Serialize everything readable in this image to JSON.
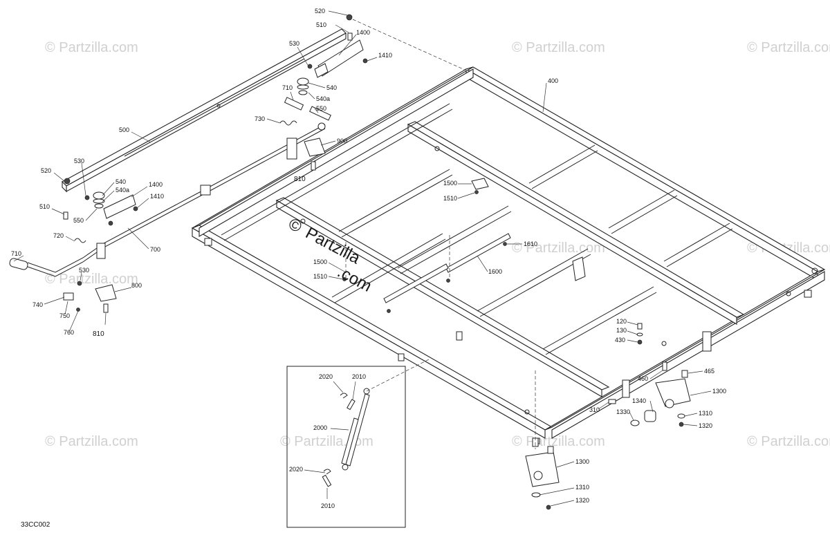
{
  "diagram_code": "33CC002",
  "watermark": {
    "repeated_text": "© Partzilla.com",
    "center_symbol": "©",
    "center_text_1": "Partzilla",
    "center_text_2": ".com"
  },
  "callouts": {
    "c520_top": "520",
    "c510_top": "510",
    "c1400_top": "1400",
    "c530_top": "530",
    "c1410_top": "1410",
    "c540_top": "540",
    "c540a_top": "540a",
    "c710_top": "710",
    "c550_top": "550",
    "c730": "730",
    "c900": "900",
    "c810_mid": "810",
    "c400": "400",
    "c500": "500",
    "c520_left": "520",
    "c530_left": "530",
    "c540_left": "540",
    "c540a_left": "540a",
    "c1400_left": "1400",
    "c1410_left": "1410",
    "c510_left": "510",
    "c550_left": "550",
    "c720": "720",
    "c700": "700",
    "c710_left": "710",
    "c530_low": "530",
    "c800": "800",
    "c740": "740",
    "c750": "750",
    "c760": "760",
    "c810_low": "810",
    "c1500_a": "1500",
    "c1510_a": "1510",
    "c1610": "1610",
    "c1500_b": "1500",
    "c1510_b": "1510",
    "c1600": "1600",
    "c120": "120",
    "c130": "130",
    "c430": "430",
    "c465": "465",
    "c460": "460",
    "c1300_r": "1300",
    "c1340": "1340",
    "c310": "310",
    "c1330": "1330",
    "c1310_r": "1310",
    "c1320_r": "1320",
    "c1300_b": "1300",
    "c1310_b": "1310",
    "c1320_b": "1320",
    "c2020_a": "2020",
    "c2010_a": "2010",
    "c2000": "2000",
    "c2020_b": "2020",
    "c2010_b": "2010"
  }
}
